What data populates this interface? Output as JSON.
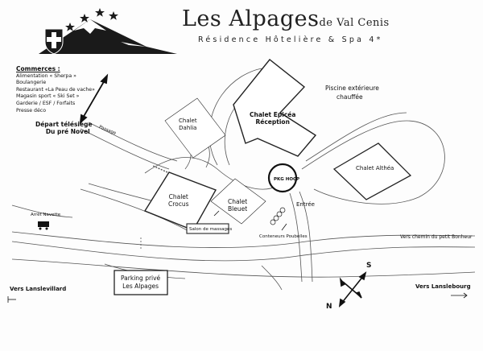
{
  "header": {
    "title_main": "Les Alpages",
    "title_suffix": "de Val Cenis",
    "subtitle": "Résidence Hôtelière & Spa 4*",
    "logo_stars": 4
  },
  "amenities": {
    "heading": "Commerces :",
    "items": [
      "Alimentation « Sherpa »",
      "Boulangerie",
      "Restaurant «La Peau de vache»",
      "Magasin sport « Ski Set »",
      "Garderie / ESF / Forfaits",
      "Presse déco"
    ]
  },
  "labels": {
    "ski_lift_line1": "Départ télésiège",
    "ski_lift_line2": "Du pré Novel",
    "passage": "Passage",
    "bus_stop": "Arrêt Navette",
    "parking_line1": "Parking privé",
    "parking_line2": "Les Alpages",
    "to_lanslevillard": "Vers Lanslevillard",
    "to_lanslebourg": "Vers Lanslebourg",
    "to_chemin": "Vers chemin du petit Bonheur",
    "pool_line1": "Piscine extérieure",
    "pool_line2": "chauffée",
    "entry": "Entrée",
    "bins": "Conteneurs Poubelles",
    "massage": "Salon de massages",
    "pkg": "PKG HOCP",
    "compass_s": "S",
    "compass_n": "N"
  },
  "buildings": [
    {
      "id": "dahlia",
      "line1": "Chalet",
      "line2": "Dahlia"
    },
    {
      "id": "epicea",
      "line1": "Chalet Epicéa",
      "line2": "Réception"
    },
    {
      "id": "althea",
      "line1": "Chalet Althéa",
      "line2": ""
    },
    {
      "id": "crocus",
      "line1": "Chalet",
      "line2": "Crocus"
    },
    {
      "id": "bleuet",
      "line1": "Chalet",
      "line2": "Bleuet"
    }
  ],
  "colors": {
    "ink": "#111111",
    "paper": "#fdfdfd",
    "line": "#555555"
  }
}
